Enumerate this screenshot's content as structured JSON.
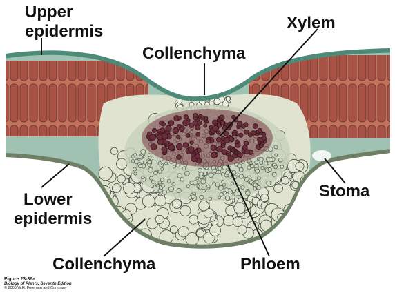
{
  "labels": {
    "upper_epidermis": [
      "Upper",
      "epidermis"
    ],
    "collenchyma_top": "Collenchyma",
    "xylem": "Xylem",
    "lower_epidermis": [
      "Lower",
      "epidermis"
    ],
    "stoma": "Stoma",
    "collenchyma_bottom": "Collenchyma",
    "phloem": "Phloem"
  },
  "caption": {
    "figure": "Figure 23-39a",
    "book": "Biology of Plants, Seventh Edition",
    "copyright": "© 2005 W.H. Freeman and Company"
  },
  "colors": {
    "epidermis": "#5f9e8f",
    "mesophyll": "#b85a48",
    "parenchyma": "#dfe3cf",
    "xylem": "#6b2d3a",
    "phloem": "#cfd6c3",
    "cell_outline": "#3d4a3e"
  }
}
